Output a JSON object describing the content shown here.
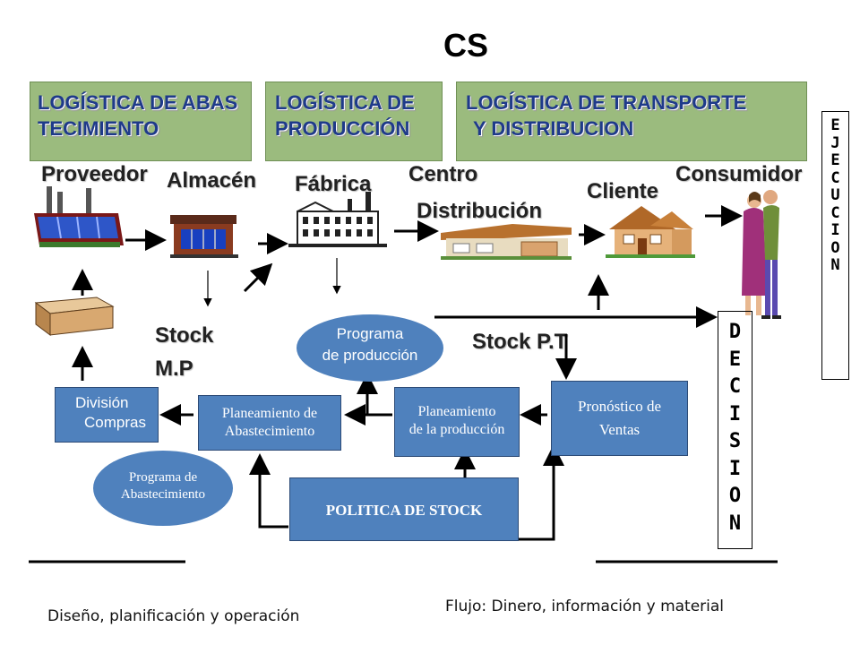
{
  "title": "CS",
  "headers": {
    "abastecimiento": "LOGÍSTICA DE ABASTECIMIENTO",
    "produccion": "LOGÍSTICA DE PRODUCCIÓN",
    "transporte_line1": "LOGÍSTICA DE TRANSPORTE",
    "transporte_line2": "Y DISTRIBUCION"
  },
  "nodes": {
    "proveedor": "Proveedor",
    "almacen": "Almacén",
    "fabrica": "Fábrica",
    "centro_line1": "Centro",
    "centro_line2": "Distribución",
    "cliente": "Cliente",
    "consumidor": "Consumidor"
  },
  "stocks": {
    "mp_line1": "Stock",
    "mp_line2": "M.P",
    "pt": "Stock P.T"
  },
  "boxes": {
    "division_line1": "División",
    "division_line2": "Compras",
    "plan_abast_line1": "Planeamiento de",
    "plan_abast_line2": "Abastecimiento",
    "plan_prod_line1": "Planeamiento",
    "plan_prod_line2": "de la producción",
    "pronostico_line1": "Pronóstico de",
    "pronostico_line2": "Ventas",
    "politica": "POLITICA DE STOCK"
  },
  "ellipses": {
    "prog_prod_line1": "Programa",
    "prog_prod_line2": "de producción",
    "prog_abast_line1": "Programa de",
    "prog_abast_line2": "Abastecimiento"
  },
  "vertical_labels": {
    "ejecucion": [
      "E",
      "J",
      "E",
      "C",
      "U",
      "C",
      "I",
      "O",
      "N"
    ],
    "decision": [
      "D",
      "E",
      "C",
      "I",
      "S",
      "I",
      "O",
      "N"
    ]
  },
  "footer": {
    "left": "Diseño, planificación y operación",
    "right": "Flujo: Dinero, información y material"
  },
  "colors": {
    "green": "#9bbb7e",
    "blue": "#4f81bd",
    "header_text": "#1f3a8a"
  }
}
